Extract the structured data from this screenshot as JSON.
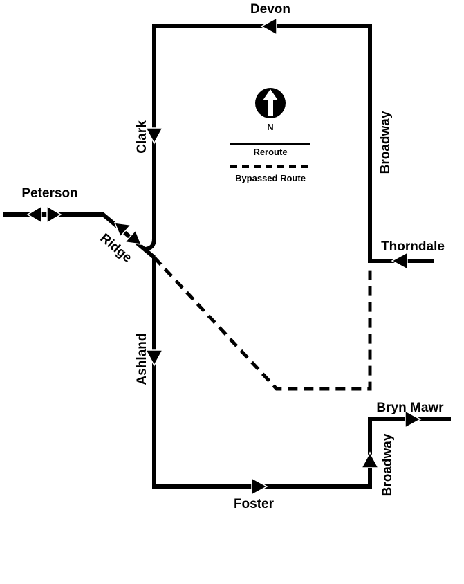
{
  "streets": {
    "devon": "Devon",
    "clark": "Clark",
    "broadway_north": "Broadway",
    "peterson": "Peterson",
    "ridge": "Ridge",
    "thorndale": "Thorndale",
    "ashland": "Ashland",
    "bryn_mawr": "Bryn Mawr",
    "broadway_south": "Broadway",
    "foster": "Foster"
  },
  "compass": {
    "label": "N",
    "icon": "north-arrow-icon"
  },
  "legend": {
    "reroute": "Reroute",
    "bypassed": "Bypassed Route"
  },
  "colors": {
    "route": "#000000",
    "background": "#ffffff"
  }
}
